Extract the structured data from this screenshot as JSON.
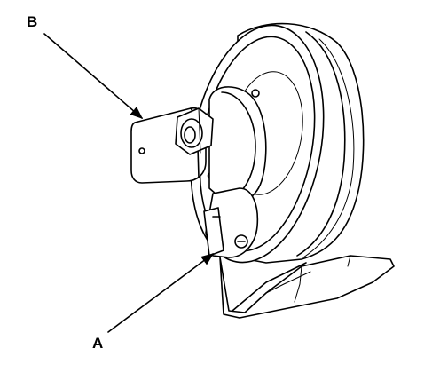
{
  "callouts": [
    {
      "id": "B",
      "text": "B"
    },
    {
      "id": "A",
      "text": "A"
    }
  ]
}
